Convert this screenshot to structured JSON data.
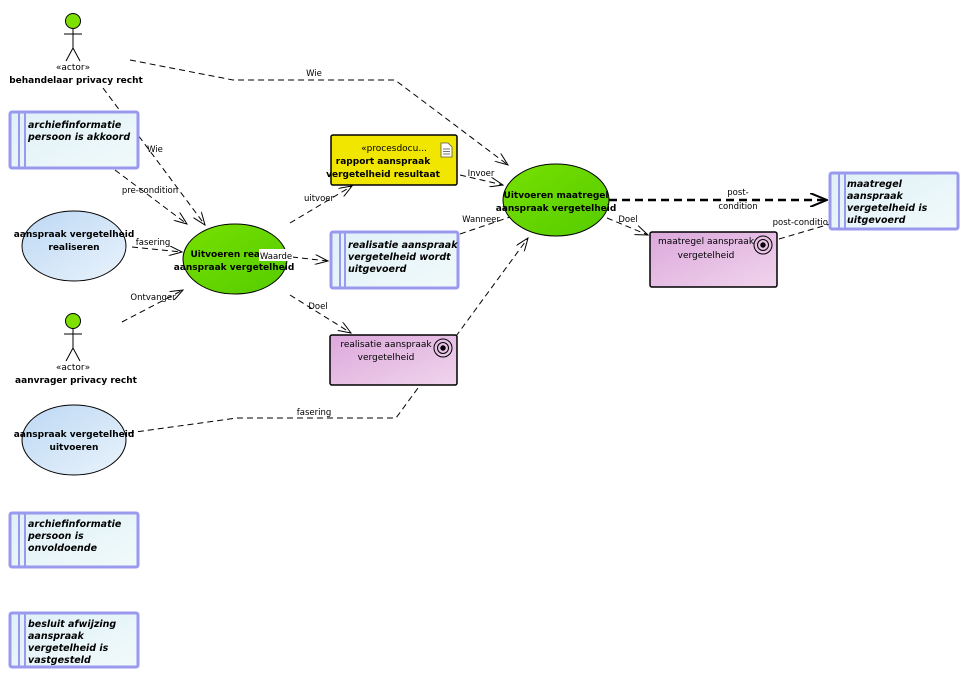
{
  "colors": {
    "actor_head": "#7ee000",
    "usecase_green": "#66dd00",
    "usecase_blue": "#cfe4f7",
    "note_fill": "#e6f5f8",
    "note_border": "#9999ee",
    "document_yellow": "#f0e600",
    "goal_pink": "#e6b8e0"
  },
  "actors": [
    {
      "stereotype": "«actor»",
      "name": "behandelaar privacy recht"
    },
    {
      "stereotype": "«actor»",
      "name": "aanvrager privacy recht"
    }
  ],
  "usecases": {
    "realiseren": [
      "aanspraak vergetelheid",
      "realiseren"
    ],
    "uitvoeren": [
      "aanspraak vergetelheid",
      "uitvoeren"
    ],
    "uitvoeren_realisatie": [
      "Uitvoeren realis",
      "aanspraak vergetelheid"
    ],
    "uitvoeren_maatregel": [
      "Uitvoeren maatregel",
      "aanspraak vergetelheid"
    ]
  },
  "notes": {
    "akkoord": [
      "archiefinformatie",
      "persoon is akkoord"
    ],
    "realisatie_uitgevoerd": [
      "realisatie aanspraak",
      "vergetelheid wordt",
      "uitgevoerd"
    ],
    "maatregel_uitgevoerd": [
      "maatregel",
      "aanspraak",
      "vergetelheid is",
      "uitgevoerd"
    ],
    "onvoldoende": [
      "archiefinformatie",
      "persoon is",
      "onvoldoende"
    ],
    "afwijzing": [
      "besluit afwijzing",
      "aanspraak",
      "vergetelheid is",
      "vastgesteld"
    ]
  },
  "document": {
    "stereotype": "«procesdocu...",
    "name": [
      "rapport aanspraak",
      "vergetelheid resultaat"
    ],
    "icon": "document-icon"
  },
  "goals": {
    "realisatie": {
      "name": [
        "realisatie aanspraak",
        "vergetelheid"
      ],
      "icon": "target-icon"
    },
    "maatregel": {
      "name": [
        "maatregel aanspraak",
        "vergetelheid"
      ],
      "icon": "target-icon"
    }
  },
  "edge_labels": {
    "wie_top": "Wie",
    "wie_left": "Wie",
    "precondition": "pre-condition",
    "fasering_top": "fasering",
    "ontvanger": "Ontvanger",
    "uitvoer": "uitvoer",
    "waarde": "Waarde",
    "doel_left": "Doel",
    "invoer": "Invoer",
    "wanneer": "Wanneer",
    "fasering_bottom": "fasering",
    "postcondition_main": [
      "post-",
      "condition"
    ],
    "doel_right": "Doel",
    "postcondition_goal": "post-condition"
  }
}
